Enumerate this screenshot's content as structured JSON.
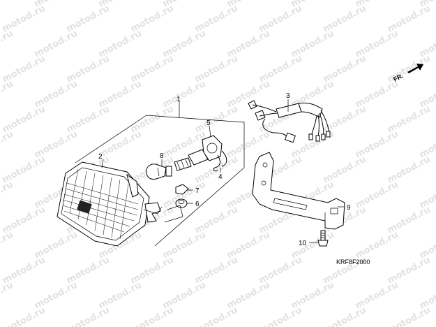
{
  "watermark": "motod.ru",
  "direction_label": "FR.",
  "drawing_code": "KRF8F2000",
  "callouts": {
    "c1": "1",
    "c2": "2",
    "c3": "3",
    "c4": "4",
    "c5": "5",
    "c6": "6",
    "c7": "7",
    "c8": "8",
    "c9": "9",
    "c10": "10"
  }
}
